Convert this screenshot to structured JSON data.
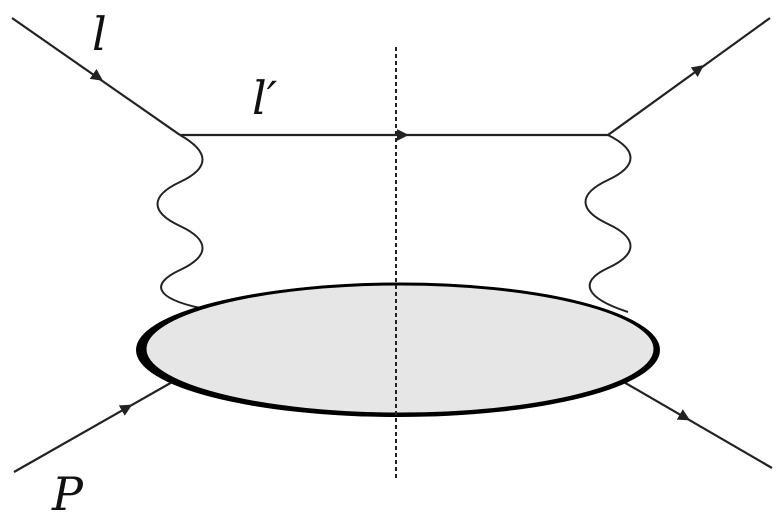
{
  "labels": {
    "incoming_lepton": "l",
    "outgoing_lepton": "l′",
    "proton": "P"
  },
  "colors": {
    "line": "#222222",
    "blob_fill": "#e6e6e6",
    "blob_outline": "#000000",
    "cut_line": "#222222",
    "background": "#ffffff"
  }
}
